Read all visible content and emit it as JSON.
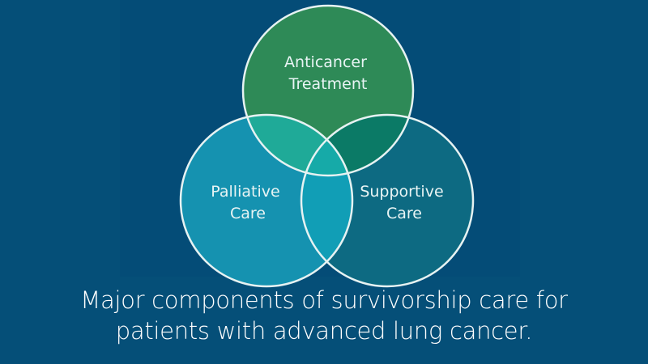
{
  "diagram": {
    "type": "venn",
    "background_color": "#054f78",
    "panel_color": "#044c77",
    "stroke_color": "#e6f2f2",
    "circles": [
      {
        "id": "anticancer",
        "label_lines": [
          "Anticancer",
          "Treatment"
        ],
        "color": "#2e8a57"
      },
      {
        "id": "palliative",
        "label_lines": [
          "Palliative",
          "Care"
        ],
        "color": "#1592b0"
      },
      {
        "id": "supportive",
        "label_lines": [
          "Supportive",
          "Care"
        ],
        "color": "#0d6a82"
      }
    ],
    "overlaps": {
      "anticancer_palliative": "#1faa98",
      "anticancer_supportive": "#0b7a66",
      "palliative_supportive": "#119eb6",
      "all_three": "#16aaa8"
    }
  },
  "caption": {
    "line1": "Major components of survivorship care for",
    "line2": "patients with advanced lung cancer."
  }
}
